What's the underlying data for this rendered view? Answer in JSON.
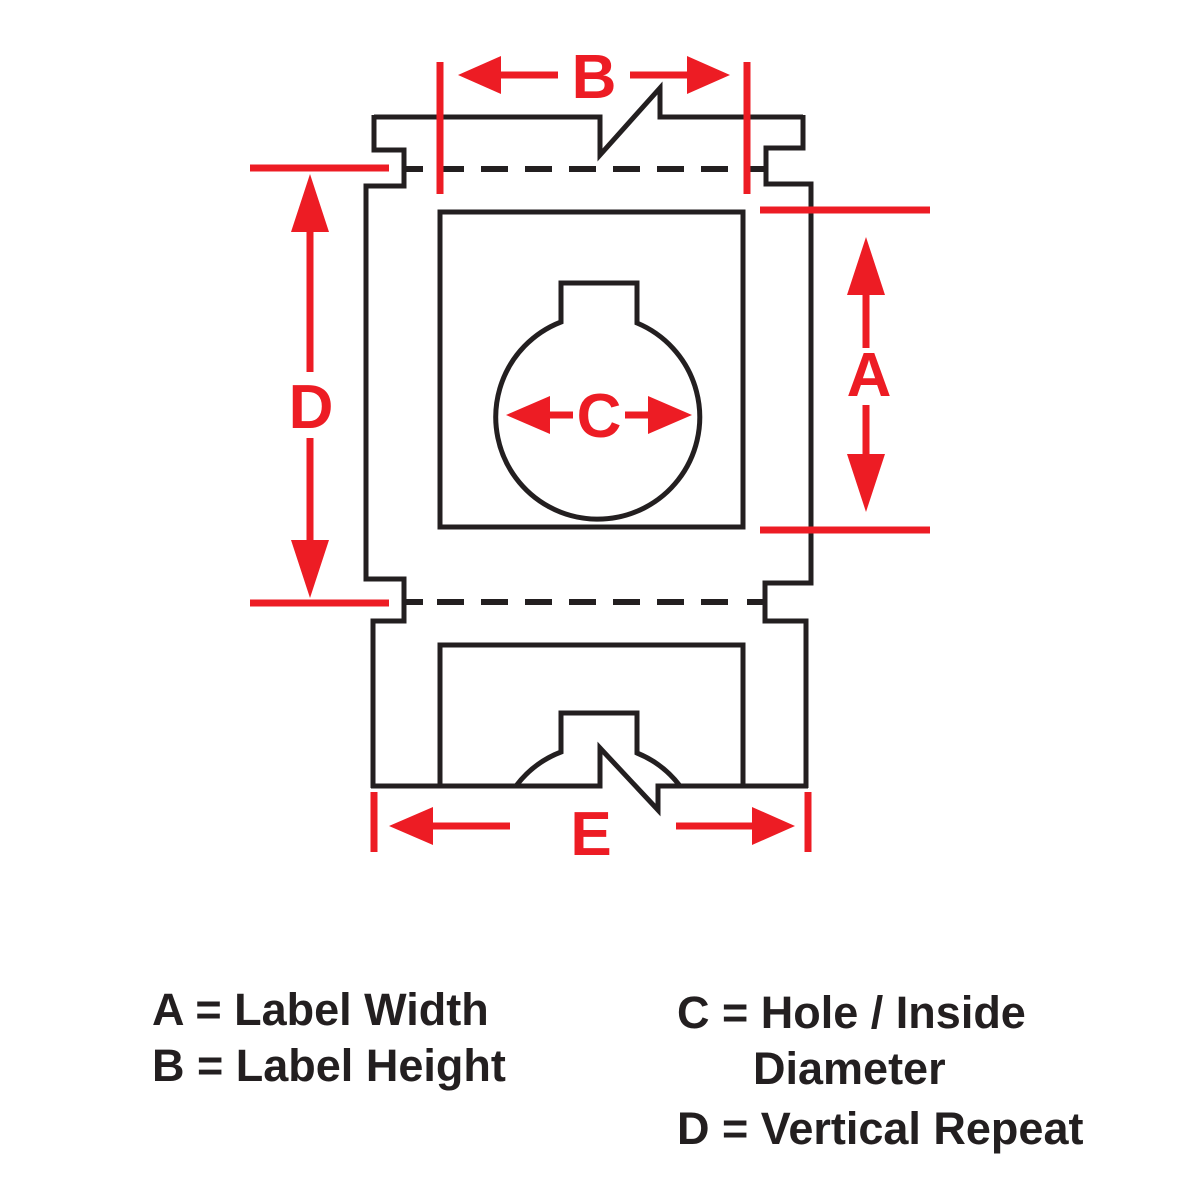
{
  "diagram": {
    "type": "label-dimension-spec",
    "dimensions": {
      "a_label": "A",
      "b_label": "B",
      "c_label": "C",
      "d_label": "D",
      "e_label": "E"
    },
    "legend": {
      "a": "A = Label Width",
      "b": "B = Label Height",
      "c_line1": "C = Hole / Inside",
      "c_line2": "Diameter",
      "d": "D = Vertical Repeat"
    },
    "colors": {
      "line_color": "#231F20",
      "dimension_color": "#ED1C24",
      "background": "#FFFFFF"
    }
  }
}
